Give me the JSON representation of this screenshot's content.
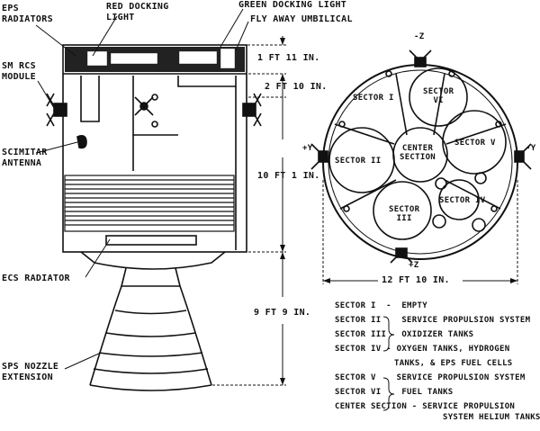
{
  "labels": {
    "eps_radiators_1": "EPS",
    "eps_radiators_2": "RADIATORS",
    "red_docking_light_1": "RED DOCKING",
    "red_docking_light_2": "LIGHT",
    "green_docking_light": "GREEN DOCKING LIGHT",
    "fly_away_umbilical": "FLY AWAY UMBILICAL",
    "sm_rcs_1": "SM RCS",
    "sm_rcs_2": "MODULE",
    "scimitar_1": "SCIMITAR",
    "scimitar_2": "ANTENNA",
    "ecs_radiator": "ECS RADIATOR",
    "sps_nozzle_1": "SPS NOZZLE",
    "sps_nozzle_2": "EXTENSION"
  },
  "dimensions": {
    "d1": "1 FT 11 IN.",
    "d2": "2 FT 10 IN.",
    "d3": "10 FT 1 IN.",
    "d4": "9 FT 9 IN.",
    "width": "12 FT 10 IN."
  },
  "axes": {
    "top": "-Z",
    "bottom": "+Z",
    "left": "+Y",
    "right": "-Y"
  },
  "sectors": {
    "s1": "SECTOR I",
    "s6a": "SECTOR",
    "s6b": "VI",
    "s2": "SECTOR II",
    "center_a": "CENTER",
    "center_b": "SECTION",
    "s5": "SECTOR V",
    "s3a": "SECTOR",
    "s3b": "III",
    "s4": "SECTOR IV"
  },
  "legend": {
    "l1a": "SECTOR I",
    "l1b": "EMPTY",
    "l2": "SECTOR II",
    "l3": "SECTOR III",
    "l23": "SERVICE PROPULSION SYSTEM",
    "l23b": "OXIDIZER TANKS",
    "l4a": "SECTOR IV",
    "l4b": "OXYGEN TANKS, HYDROGEN",
    "l4c": "TANKS, & EPS FUEL CELLS",
    "l5": "SECTOR V",
    "l6": "SECTOR VI",
    "l56": "SERVICE PROPULSION SYSTEM",
    "l56b": "FUEL TANKS",
    "lc": "CENTER SECTION",
    "lcb": "SERVICE PROPULSION",
    "lcc": "SYSTEM HELIUM TANKS"
  }
}
